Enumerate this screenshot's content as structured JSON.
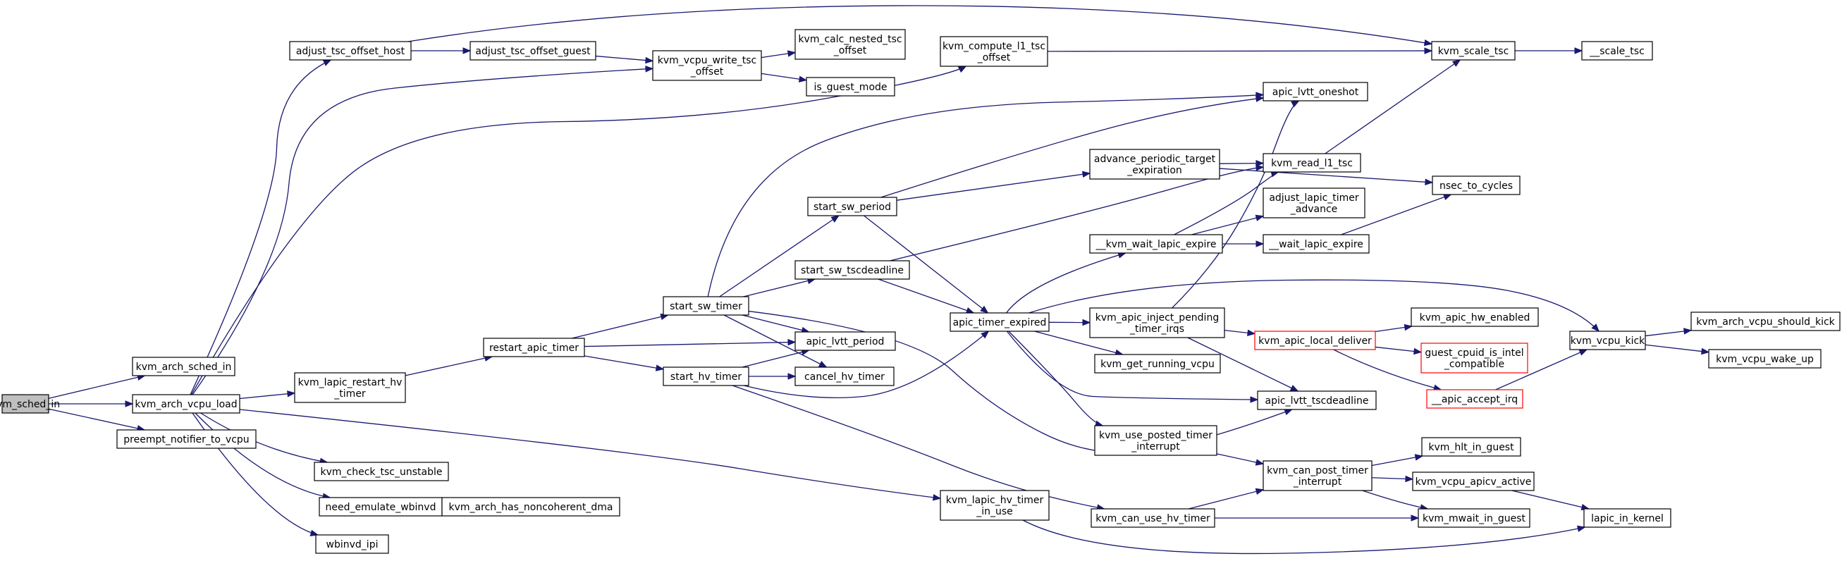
{
  "colors": {
    "edge": "#191970",
    "root_fill": "#bfbfbf",
    "external_border": "#ff0000"
  },
  "nodes": [
    {
      "id": "kvm_sched_in",
      "lines": [
        "kvm_sched_in"
      ],
      "root": true
    },
    {
      "id": "kvm_arch_sched_in",
      "lines": [
        "kvm_arch_sched_in"
      ]
    },
    {
      "id": "kvm_arch_vcpu_load",
      "lines": [
        "kvm_arch_vcpu_load"
      ]
    },
    {
      "id": "preempt_notifier_to_vcpu",
      "lines": [
        "preempt_notifier_to_vcpu"
      ]
    },
    {
      "id": "adjust_tsc_offset_host",
      "lines": [
        "adjust_tsc_offset_host"
      ]
    },
    {
      "id": "adjust_tsc_offset_guest",
      "lines": [
        "adjust_tsc_offset_guest"
      ]
    },
    {
      "id": "kvm_vcpu_write_tsc_offset",
      "lines": [
        "kvm_vcpu_write_tsc",
        "_offset"
      ]
    },
    {
      "id": "kvm_calc_nested_tsc_offset",
      "lines": [
        "kvm_calc_nested_tsc",
        "_offset"
      ]
    },
    {
      "id": "is_guest_mode",
      "lines": [
        "is_guest_mode"
      ]
    },
    {
      "id": "kvm_compute_l1_tsc_offset",
      "lines": [
        "kvm_compute_l1_tsc",
        "_offset"
      ]
    },
    {
      "id": "kvm_scale_tsc",
      "lines": [
        "kvm_scale_tsc"
      ]
    },
    {
      "id": "__scale_tsc",
      "lines": [
        "__scale_tsc"
      ]
    },
    {
      "id": "apic_lvtt_oneshot",
      "lines": [
        "apic_lvtt_oneshot"
      ]
    },
    {
      "id": "advance_periodic_target_expiration",
      "lines": [
        "advance_periodic_target",
        "_expiration"
      ]
    },
    {
      "id": "kvm_read_l1_tsc",
      "lines": [
        "kvm_read_l1_tsc"
      ]
    },
    {
      "id": "nsec_to_cycles",
      "lines": [
        "nsec_to_cycles"
      ]
    },
    {
      "id": "start_sw_period",
      "lines": [
        "start_sw_period"
      ]
    },
    {
      "id": "adjust_lapic_timer_advance",
      "lines": [
        "adjust_lapic_timer",
        "_advance"
      ]
    },
    {
      "id": "__kvm_wait_lapic_expire",
      "lines": [
        "__kvm_wait_lapic_expire"
      ]
    },
    {
      "id": "__wait_lapic_expire",
      "lines": [
        "__wait_lapic_expire"
      ]
    },
    {
      "id": "start_sw_tscdeadline",
      "lines": [
        "start_sw_tscdeadline"
      ]
    },
    {
      "id": "start_sw_timer",
      "lines": [
        "start_sw_timer"
      ]
    },
    {
      "id": "apic_timer_expired",
      "lines": [
        "apic_timer_expired"
      ]
    },
    {
      "id": "kvm_apic_inject_pending_timer_irqs",
      "lines": [
        "kvm_apic_inject_pending",
        "_timer_irqs"
      ]
    },
    {
      "id": "kvm_vcpu_kick",
      "lines": [
        "kvm_vcpu_kick"
      ]
    },
    {
      "id": "kvm_arch_vcpu_should_kick",
      "lines": [
        "kvm_arch_vcpu_should_kick"
      ]
    },
    {
      "id": "kvm_vcpu_wake_up",
      "lines": [
        "kvm_vcpu_wake_up"
      ]
    },
    {
      "id": "kvm_apic_hw_enabled",
      "lines": [
        "kvm_apic_hw_enabled"
      ]
    },
    {
      "id": "kvm_apic_local_deliver",
      "lines": [
        "kvm_apic_local_deliver"
      ],
      "red": true
    },
    {
      "id": "guest_cpuid_is_intel_compatible",
      "lines": [
        "guest_cpuid_is_intel",
        "_compatible"
      ],
      "red": true
    },
    {
      "id": "__apic_accept_irq",
      "lines": [
        "__apic_accept_irq"
      ],
      "red": true
    },
    {
      "id": "restart_apic_timer",
      "lines": [
        "restart_apic_timer"
      ]
    },
    {
      "id": "apic_lvtt_period",
      "lines": [
        "apic_lvtt_period"
      ]
    },
    {
      "id": "kvm_lapic_restart_hv_timer",
      "lines": [
        "kvm_lapic_restart_hv",
        "_timer"
      ]
    },
    {
      "id": "start_hv_timer",
      "lines": [
        "start_hv_timer"
      ]
    },
    {
      "id": "cancel_hv_timer",
      "lines": [
        "cancel_hv_timer"
      ]
    },
    {
      "id": "kvm_get_running_vcpu",
      "lines": [
        "kvm_get_running_vcpu"
      ]
    },
    {
      "id": "apic_lvtt_tscdeadline",
      "lines": [
        "apic_lvtt_tscdeadline"
      ]
    },
    {
      "id": "kvm_use_posted_timer_interrupt",
      "lines": [
        "kvm_use_posted_timer",
        "_interrupt"
      ]
    },
    {
      "id": "kvm_check_tsc_unstable",
      "lines": [
        "kvm_check_tsc_unstable"
      ]
    },
    {
      "id": "kvm_can_post_timer_interrupt",
      "lines": [
        "kvm_can_post_timer",
        "_interrupt"
      ]
    },
    {
      "id": "kvm_hlt_in_guest",
      "lines": [
        "kvm_hlt_in_guest"
      ]
    },
    {
      "id": "kvm_vcpu_apicv_active",
      "lines": [
        "kvm_vcpu_apicv_active"
      ]
    },
    {
      "id": "need_emulate_wbinvd",
      "lines": [
        "need_emulate_wbinvd"
      ]
    },
    {
      "id": "kvm_arch_has_noncoherent_dma",
      "lines": [
        "kvm_arch_has_noncoherent_dma"
      ]
    },
    {
      "id": "kvm_lapic_hv_timer_in_use",
      "lines": [
        "kvm_lapic_hv_timer",
        "_in_use"
      ]
    },
    {
      "id": "kvm_can_use_hv_timer",
      "lines": [
        "kvm_can_use_hv_timer"
      ]
    },
    {
      "id": "kvm_mwait_in_guest",
      "lines": [
        "kvm_mwait_in_guest"
      ]
    },
    {
      "id": "lapic_in_kernel",
      "lines": [
        "lapic_in_kernel"
      ]
    },
    {
      "id": "wbinvd_ipi",
      "lines": [
        "wbinvd_ipi"
      ]
    }
  ],
  "edges": [
    [
      "kvm_sched_in",
      "kvm_arch_sched_in"
    ],
    [
      "kvm_sched_in",
      "kvm_arch_vcpu_load"
    ],
    [
      "kvm_sched_in",
      "preempt_notifier_to_vcpu"
    ],
    [
      "kvm_arch_vcpu_load",
      "adjust_tsc_offset_host"
    ],
    [
      "kvm_arch_vcpu_load",
      "kvm_vcpu_write_tsc_offset"
    ],
    [
      "kvm_arch_vcpu_load",
      "kvm_compute_l1_tsc_offset"
    ],
    [
      "kvm_arch_vcpu_load",
      "kvm_lapic_restart_hv_timer"
    ],
    [
      "kvm_arch_vcpu_load",
      "kvm_check_tsc_unstable"
    ],
    [
      "kvm_arch_vcpu_load",
      "need_emulate_wbinvd"
    ],
    [
      "kvm_arch_vcpu_load",
      "wbinvd_ipi"
    ],
    [
      "kvm_arch_vcpu_load",
      "kvm_lapic_hv_timer_in_use"
    ],
    [
      "adjust_tsc_offset_host",
      "adjust_tsc_offset_guest"
    ],
    [
      "adjust_tsc_offset_host",
      "kvm_scale_tsc"
    ],
    [
      "adjust_tsc_offset_guest",
      "kvm_vcpu_write_tsc_offset"
    ],
    [
      "kvm_vcpu_write_tsc_offset",
      "kvm_calc_nested_tsc_offset"
    ],
    [
      "kvm_vcpu_write_tsc_offset",
      "is_guest_mode"
    ],
    [
      "kvm_compute_l1_tsc_offset",
      "kvm_scale_tsc"
    ],
    [
      "kvm_scale_tsc",
      "__scale_tsc"
    ],
    [
      "kvm_read_l1_tsc",
      "kvm_scale_tsc"
    ],
    [
      "advance_periodic_target_expiration",
      "kvm_read_l1_tsc"
    ],
    [
      "advance_periodic_target_expiration",
      "nsec_to_cycles"
    ],
    [
      "start_sw_period",
      "apic_lvtt_oneshot"
    ],
    [
      "start_sw_period",
      "advance_periodic_target_expiration"
    ],
    [
      "start_sw_period",
      "apic_timer_expired"
    ],
    [
      "start_sw_tscdeadline",
      "kvm_read_l1_tsc"
    ],
    [
      "start_sw_tscdeadline",
      "apic_timer_expired"
    ],
    [
      "__kvm_wait_lapic_expire",
      "kvm_read_l1_tsc"
    ],
    [
      "__kvm_wait_lapic_expire",
      "adjust_lapic_timer_advance"
    ],
    [
      "__kvm_wait_lapic_expire",
      "__wait_lapic_expire"
    ],
    [
      "__wait_lapic_expire",
      "nsec_to_cycles"
    ],
    [
      "start_sw_timer",
      "apic_lvtt_oneshot"
    ],
    [
      "start_sw_timer",
      "start_sw_period"
    ],
    [
      "start_sw_timer",
      "start_sw_tscdeadline"
    ],
    [
      "start_sw_timer",
      "apic_lvtt_period"
    ],
    [
      "start_sw_timer",
      "cancel_hv_timer"
    ],
    [
      "start_sw_timer",
      "apic_lvtt_tscdeadline"
    ],
    [
      "apic_timer_expired",
      "__kvm_wait_lapic_expire"
    ],
    [
      "apic_timer_expired",
      "kvm_apic_inject_pending_timer_irqs"
    ],
    [
      "apic_timer_expired",
      "kvm_vcpu_kick"
    ],
    [
      "apic_timer_expired",
      "kvm_get_running_vcpu"
    ],
    [
      "apic_timer_expired",
      "apic_lvtt_tscdeadline"
    ],
    [
      "apic_timer_expired",
      "kvm_use_posted_timer_interrupt"
    ],
    [
      "kvm_apic_inject_pending_timer_irqs",
      "apic_lvtt_oneshot"
    ],
    [
      "kvm_apic_inject_pending_timer_irqs",
      "kvm_apic_local_deliver"
    ],
    [
      "kvm_apic_inject_pending_timer_irqs",
      "apic_lvtt_tscdeadline"
    ],
    [
      "kvm_apic_local_deliver",
      "kvm_apic_hw_enabled"
    ],
    [
      "kvm_apic_local_deliver",
      "guest_cpuid_is_intel_compatible"
    ],
    [
      "kvm_apic_local_deliver",
      "__apic_accept_irq"
    ],
    [
      "__apic_accept_irq",
      "kvm_vcpu_kick"
    ],
    [
      "kvm_vcpu_kick",
      "kvm_arch_vcpu_should_kick"
    ],
    [
      "kvm_vcpu_kick",
      "kvm_vcpu_wake_up"
    ],
    [
      "restart_apic_timer",
      "start_sw_timer"
    ],
    [
      "restart_apic_timer",
      "apic_lvtt_period"
    ],
    [
      "restart_apic_timer",
      "start_hv_timer"
    ],
    [
      "kvm_lapic_restart_hv_timer",
      "restart_apic_timer"
    ],
    [
      "start_hv_timer",
      "apic_lvtt_period"
    ],
    [
      "start_hv_timer",
      "cancel_hv_timer"
    ],
    [
      "start_hv_timer",
      "apic_timer_expired"
    ],
    [
      "start_hv_timer",
      "kvm_can_use_hv_timer"
    ],
    [
      "kvm_use_posted_timer_interrupt",
      "kvm_can_post_timer_interrupt"
    ],
    [
      "kvm_can_post_timer_interrupt",
      "kvm_hlt_in_guest"
    ],
    [
      "kvm_can_post_timer_interrupt",
      "kvm_vcpu_apicv_active"
    ],
    [
      "kvm_can_post_timer_interrupt",
      "kvm_mwait_in_guest"
    ],
    [
      "kvm_vcpu_apicv_active",
      "lapic_in_kernel"
    ],
    [
      "need_emulate_wbinvd",
      "kvm_arch_has_noncoherent_dma"
    ],
    [
      "kvm_lapic_hv_timer_in_use",
      "lapic_in_kernel"
    ],
    [
      "kvm_can_use_hv_timer",
      "kvm_can_post_timer_interrupt"
    ],
    [
      "kvm_can_use_hv_timer",
      "kvm_mwait_in_guest"
    ]
  ]
}
